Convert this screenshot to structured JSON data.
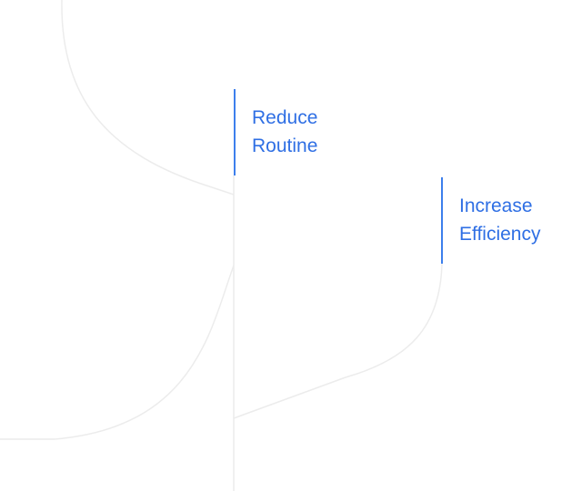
{
  "callouts": [
    {
      "line1": "Reduce",
      "line2": "Routine"
    },
    {
      "line1": "Increase",
      "line2": "Efficiency"
    }
  ],
  "colors": {
    "accent_text": "#2f6fe4",
    "accent_bar": "#3d7fec",
    "curve": "#ececec",
    "background": "#ffffff"
  }
}
